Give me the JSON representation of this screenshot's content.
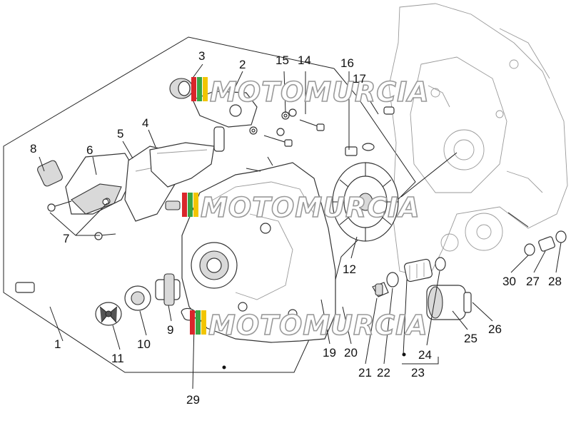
{
  "diagram": {
    "callouts": [
      {
        "id": "c1",
        "text": "1"
      },
      {
        "id": "c2",
        "text": "2"
      },
      {
        "id": "c3",
        "text": "3"
      },
      {
        "id": "c4",
        "text": "4"
      },
      {
        "id": "c5",
        "text": "5"
      },
      {
        "id": "c6",
        "text": "6"
      },
      {
        "id": "c7",
        "text": "7"
      },
      {
        "id": "c8",
        "text": "8"
      },
      {
        "id": "c9",
        "text": "9"
      },
      {
        "id": "c10",
        "text": "10"
      },
      {
        "id": "c11",
        "text": "11"
      },
      {
        "id": "c12",
        "text": "12"
      },
      {
        "id": "c14",
        "text": "14"
      },
      {
        "id": "c15",
        "text": "15"
      },
      {
        "id": "c16",
        "text": "16"
      },
      {
        "id": "c17",
        "text": "17"
      },
      {
        "id": "c19",
        "text": "19"
      },
      {
        "id": "c20",
        "text": "20"
      },
      {
        "id": "c21",
        "text": "21"
      },
      {
        "id": "c22",
        "text": "22"
      },
      {
        "id": "c23",
        "text": "23"
      },
      {
        "id": "c24",
        "text": "24"
      },
      {
        "id": "c25",
        "text": "25"
      },
      {
        "id": "c26",
        "text": "26"
      },
      {
        "id": "c27",
        "text": "27"
      },
      {
        "id": "c28",
        "text": "28"
      },
      {
        "id": "c29",
        "text": "29"
      },
      {
        "id": "c30",
        "text": "30"
      }
    ]
  },
  "watermark": {
    "text": "MOTOMURCIA",
    "colors": {
      "stripe_red": "#d9262b",
      "stripe_green": "#3aa544",
      "stripe_yellow": "#f2c500",
      "stripe_orange": "#ef7d1a"
    }
  }
}
